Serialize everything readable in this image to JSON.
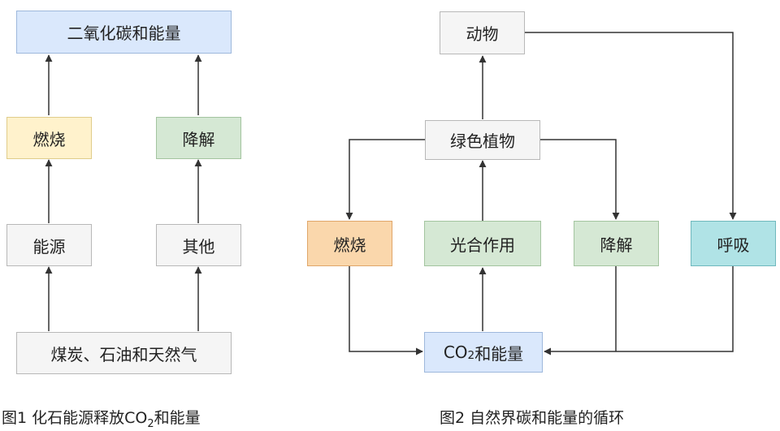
{
  "figure1": {
    "top": "二氧化碳和能量",
    "burn": "燃烧",
    "decompose": "降解",
    "energy": "能源",
    "other": "其他",
    "fossil": "煤炭、石油和天然气",
    "caption_prefix": "图1 化石能源释放CO",
    "caption_sub": "2",
    "caption_suffix": "和能量"
  },
  "figure2": {
    "animal": "动物",
    "plant": "绿色植物",
    "burn": "燃烧",
    "photosynthesis": "光合作用",
    "decompose": "降解",
    "respiration": "呼吸",
    "co2_prefix": "CO",
    "co2_sub": "2",
    "co2_suffix": "和能量",
    "caption": "图2 自然界碳和能量的循环"
  },
  "colors": {
    "blue": "#dae8fc",
    "yellow": "#fff2cc",
    "green": "#d5e8d4",
    "orange": "#fad7ac",
    "teal": "#b0e3e6",
    "grey": "#f5f5f5",
    "line": "#333333"
  }
}
